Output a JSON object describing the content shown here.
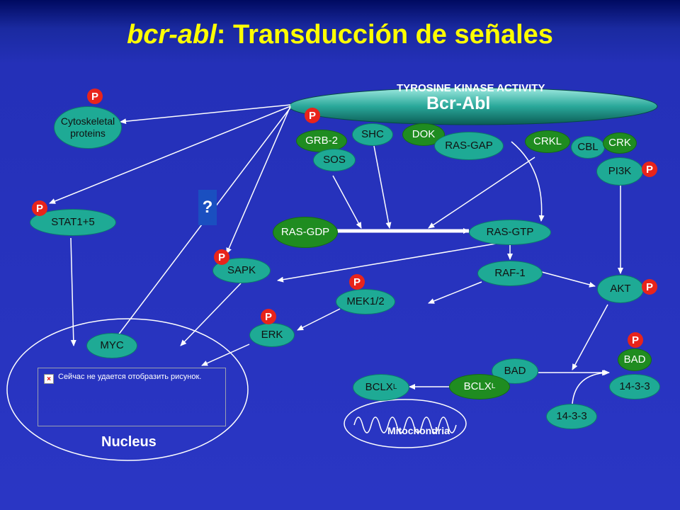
{
  "title": {
    "italic": "bcr-abl",
    "rest": ": Transducción de señales"
  },
  "kinase": {
    "caption": "TYROSINE KINASE ACTIVITY",
    "name": "Bcr-Abl"
  },
  "question": "?",
  "phospho": "P",
  "nodes": {
    "cytoskeletal_1": "Cytoskeletal",
    "cytoskeletal_2": "proteins",
    "stat": "STAT1+5",
    "grb2": "GRB-2",
    "sos": "SOS",
    "shc": "SHC",
    "dok": "DOK",
    "rasgap": "RAS-GAP",
    "crkl": "CRKL",
    "cbl": "CBL",
    "crk": "CRK",
    "pi3k": "PI3K",
    "rasgdp": "RAS-GDP",
    "rasgtp": "RAS-GTP",
    "sapk": "SAPK",
    "raf1": "RAF-1",
    "mek": "MEK1/2",
    "akt": "AKT",
    "erk": "ERK",
    "myc": "MYC",
    "bad_right": "BAD",
    "bad_mid": "BAD",
    "x1433_right": "14-3-3",
    "x1433_bottom": "14-3-3",
    "bclx_main": "BCLX",
    "bclx_green": "BCLX",
    "bclx_sub": "L"
  },
  "labels": {
    "nucleus": "Nucleus",
    "mitochondria": "Mitochondria",
    "broken_image_text": "Сейчас не удается отобразить рисунок."
  },
  "colors": {
    "title": "#ffff00",
    "node_teal": "#1eaa95",
    "node_green": "#1f8c20",
    "phospho_red": "#e8241b",
    "background": "#2a36c4"
  }
}
